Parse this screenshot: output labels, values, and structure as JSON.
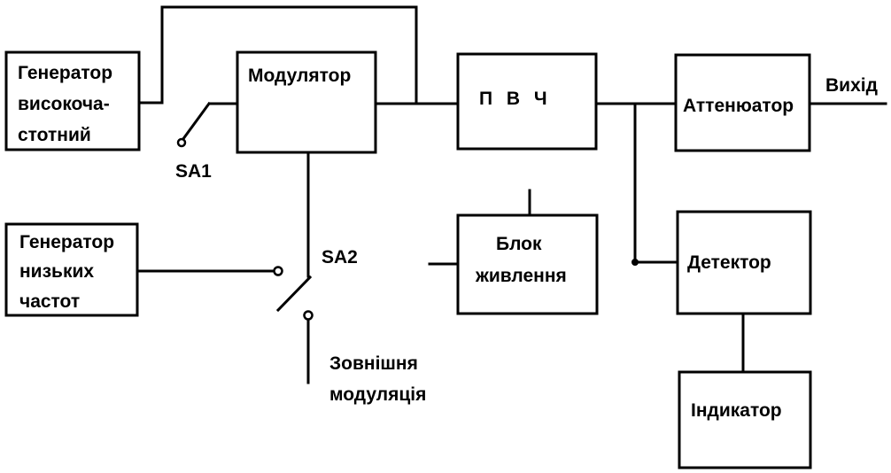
{
  "blocks": {
    "hf_generator": {
      "lines": [
        "Генератор",
        "високоча-",
        "стотний"
      ]
    },
    "modulator": {
      "label": "Модулятор"
    },
    "pvch": {
      "label": "П В Ч"
    },
    "attenuator": {
      "label": "Аттенюатор"
    },
    "lf_generator": {
      "lines": [
        "Генератор",
        "низьких",
        "частот"
      ]
    },
    "power_supply": {
      "lines": [
        "Блок",
        "живлення"
      ]
    },
    "detector": {
      "label": "Детектор"
    },
    "indicator": {
      "label": "Індикатор"
    }
  },
  "switches": {
    "sa1": {
      "label": "SA1"
    },
    "sa2": {
      "label": "SA2"
    }
  },
  "terminals": {
    "output": {
      "label": "Вихід"
    },
    "external_modulation": {
      "lines": [
        "Зовнішня",
        "модуляція"
      ]
    }
  }
}
